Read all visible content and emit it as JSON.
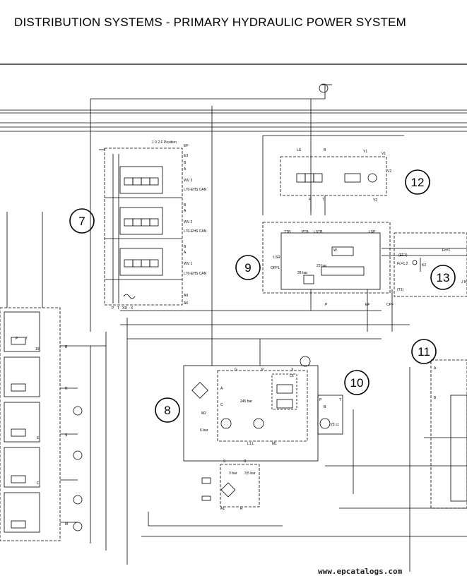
{
  "header": {
    "title": "DISTRIBUTION SYSTEMS - PRIMARY HYDRAULIC POWER SYSTEM"
  },
  "footer": {
    "watermark": "www.epcatalogs.com"
  },
  "callouts": [
    "7",
    "8",
    "9",
    "10",
    "11",
    "12",
    "13"
  ],
  "valve_block": {
    "position_header": "1  0  2  F  Position",
    "ports": [
      "EF",
      "E3",
      "B",
      "A",
      "B",
      "A",
      "B",
      "A",
      "A9",
      "A6"
    ],
    "valves": [
      {
        "name": "WV 3",
        "can": "L70-EHS CAN"
      },
      {
        "name": "WV 2",
        "can": "L70-EHS CAN"
      },
      {
        "name": "WV 1",
        "can": "L70-EHS CAN"
      }
    ],
    "bottom_ports": [
      "P",
      "T",
      "XR",
      "X"
    ]
  },
  "pump_unit": {
    "labels": [
      "G",
      "P",
      "X",
      "A",
      "C",
      "M2",
      "6 bar",
      "245 bar",
      "L5",
      "L1,L",
      "M1",
      "25 cc",
      "B",
      "P",
      "T"
    ]
  },
  "filter_unit": {
    "labels": [
      "S",
      "R",
      "3 bar",
      "3,5 bar",
      "A1",
      "R"
    ]
  },
  "block_12": {
    "labels": [
      "LS",
      "B",
      "Y1",
      "V1",
      "V2",
      "Y2",
      "P",
      "T"
    ]
  },
  "block_9": {
    "labels": [
      "TTB",
      "PTB",
      "LSTB",
      "LSP",
      "LSR",
      "OFF1",
      "W",
      "28 bar",
      "23 bar",
      "P",
      "EF",
      "CPF"
    ]
  },
  "block_13": {
    "labels": [
      "(EF1)",
      "Fc=1",
      "Fc=1,2",
      "K2",
      "(T1)",
      "J N"
    ]
  },
  "left_block": {
    "labels": [
      "P",
      "T",
      "19",
      "R",
      "S",
      "F",
      "M",
      "B",
      "E"
    ]
  },
  "right_block": {
    "labels": [
      "A",
      "B"
    ]
  }
}
